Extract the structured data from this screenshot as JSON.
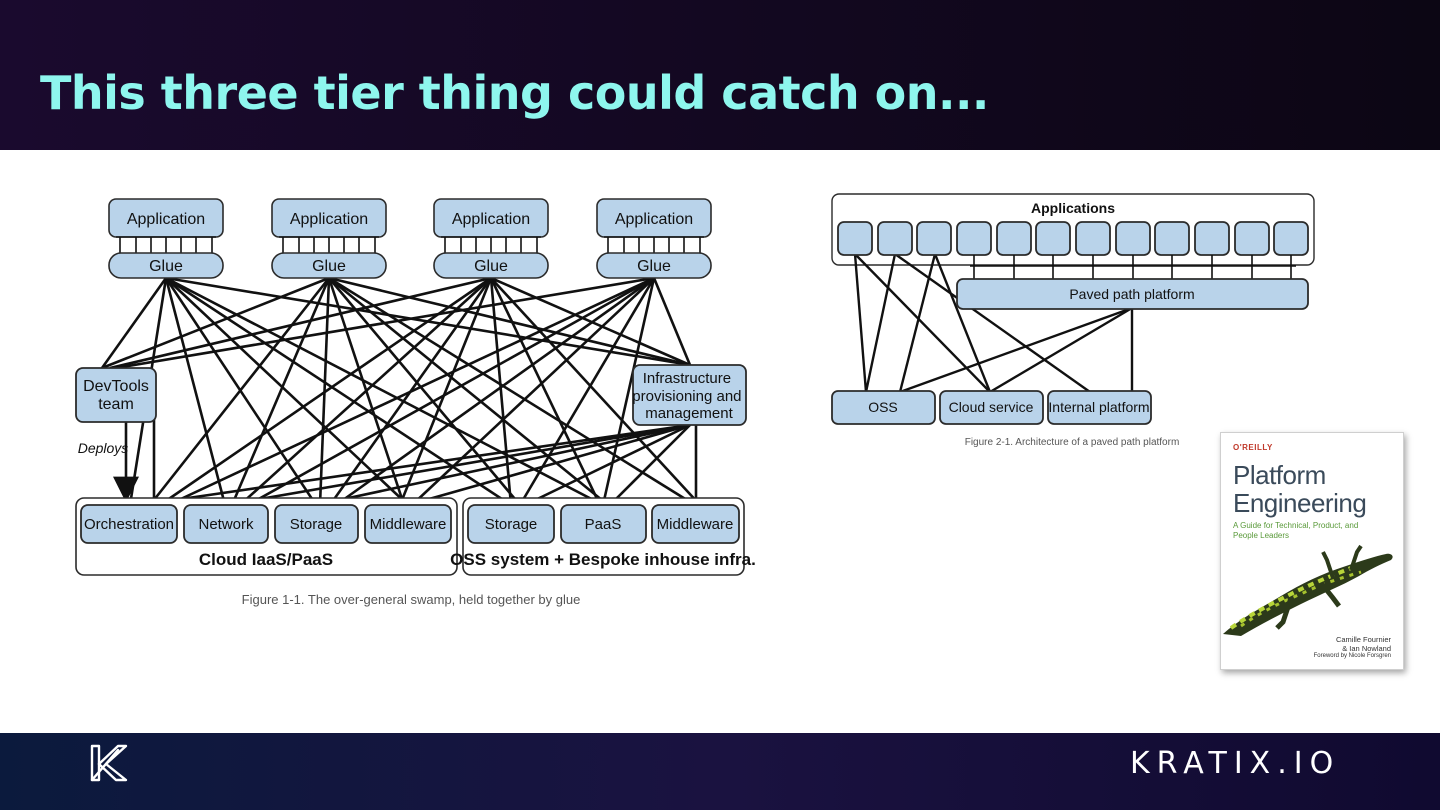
{
  "slide": {
    "title": "This three tier thing could catch on...",
    "brand": "KRATIX.IO",
    "logo_icon": "kratix-logo-icon"
  },
  "figure1": {
    "applications": [
      "Application",
      "Application",
      "Application",
      "Application"
    ],
    "glue": [
      "Glue",
      "Glue",
      "Glue",
      "Glue"
    ],
    "devtools": "DevTools team",
    "infra": [
      "Infrastructure",
      "provisioning and",
      "management"
    ],
    "deploys": "Deploys",
    "cloud_services": [
      "Orchestration",
      "Network",
      "Storage",
      "Middleware"
    ],
    "cloud_group": "Cloud IaaS/PaaS",
    "oss_services": [
      "Storage",
      "PaaS",
      "Middleware"
    ],
    "oss_group": "OSS system + Bespoke inhouse infra.",
    "caption": "Figure 1-1. The over-general swamp, held together by glue"
  },
  "figure2": {
    "applications_label": "Applications",
    "platform": "Paved path platform",
    "bottom": [
      "OSS",
      "Cloud service",
      "Internal platform"
    ],
    "caption": "Figure 2-1. Architecture of a paved path platform"
  },
  "book": {
    "publisher": "O'REILLY",
    "title_line1": "Platform",
    "title_line2": "Engineering",
    "subtitle": "A Guide for Technical, Product, and People Leaders",
    "authors_line1": "Camille Fournier",
    "authors_line2": "& Ian Nowland",
    "foreword": "Foreword by Nicole Forsgren"
  },
  "colors": {
    "box_fill": "#b9d3ea",
    "box_stroke": "#2b2b2b",
    "title": "#8ef6ee"
  }
}
